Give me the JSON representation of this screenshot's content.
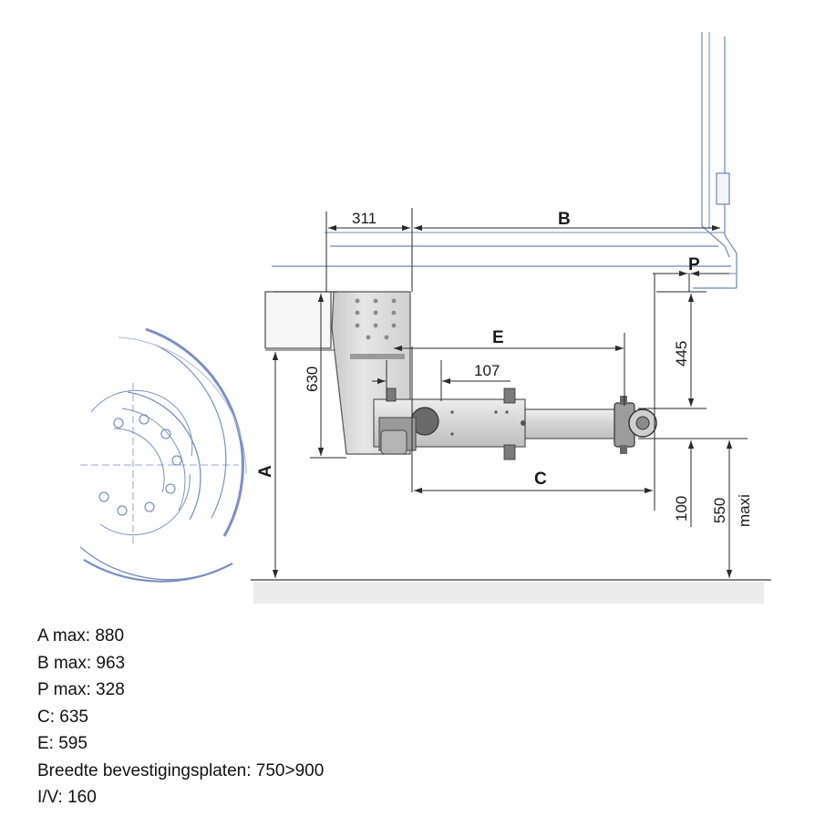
{
  "drawing": {
    "labels": {
      "dim_311": "311",
      "dim_B": "B",
      "dim_P": "P",
      "dim_E": "E",
      "dim_107": "107",
      "dim_630": "630",
      "dim_445": "445",
      "dim_A": "A",
      "dim_C": "C",
      "dim_100": "100",
      "dim_550": "550",
      "dim_maxi": "maxi"
    },
    "colors": {
      "line": "#2a2a2a",
      "structure": "#6f87b8",
      "wheel": "#7c8fc0",
      "metal": "#d6d6d6",
      "ground_shadow": "#e3e3e3"
    }
  },
  "specs": [
    "A max: 880",
    "B max: 963",
    "P max: 328",
    "C: 635",
    "E: 595",
    "Breedte bevestigingsplaten: 750>900",
    "I/V: 160"
  ]
}
